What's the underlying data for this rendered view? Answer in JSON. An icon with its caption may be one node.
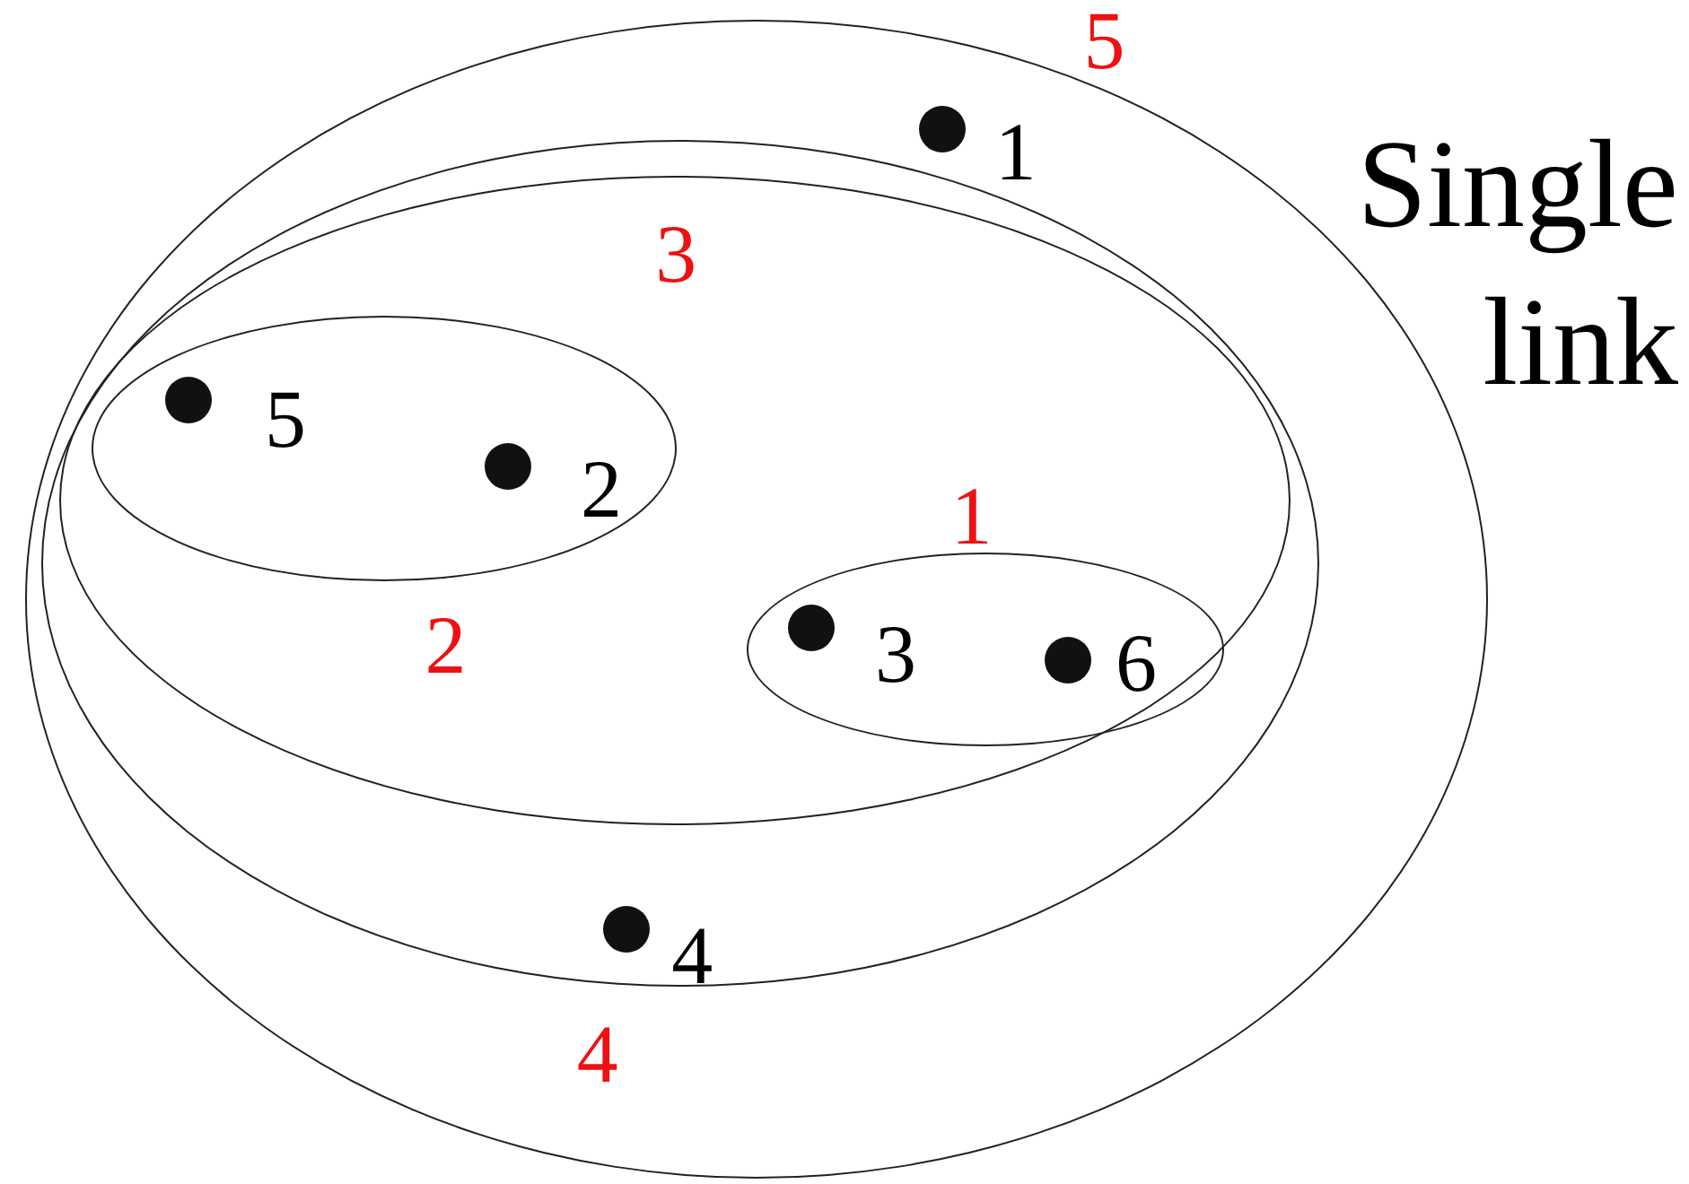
{
  "diagram": {
    "title": "Single link",
    "nodes": [
      {
        "text": [
          "5"
        ]
      },
      {
        "text": [],
        "shape": "circle",
        "beside": [
          "1"
        ],
        "in": 0
      },
      {
        "text": [
          "4"
        ],
        "in": 0
      },
      {
        "text": [
          "3"
        ],
        "in": 2
      },
      {
        "text": [
          "2"
        ],
        "in": 3
      },
      {
        "text": [],
        "shape": "circle",
        "beside": [
          "5"
        ],
        "in": 4
      },
      {
        "text": [],
        "shape": "circle",
        "beside": [
          "2"
        ],
        "in": 4
      },
      {
        "text": [
          "1"
        ],
        "in": 3
      },
      {
        "text": [],
        "shape": "circle",
        "beside": [
          "3"
        ],
        "in": 7
      },
      {
        "text": [],
        "shape": "circle",
        "beside": [
          "6"
        ],
        "in": 7
      },
      {
        "text": [],
        "shape": "circle",
        "beside": [
          "4"
        ],
        "in": 2
      }
    ],
    "edges": []
  }
}
